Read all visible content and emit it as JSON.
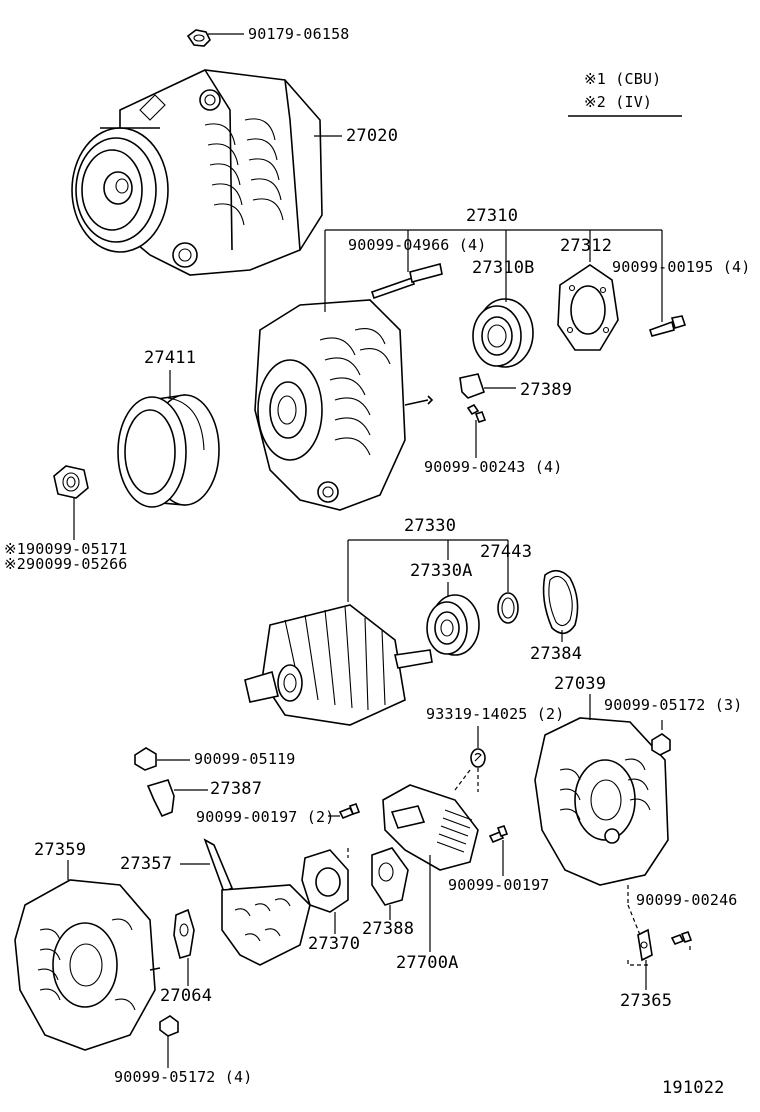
{
  "legend": {
    "line1": "※1 (CBU)",
    "line2": "※2 (IV)"
  },
  "diagram_number": "191022",
  "parts": {
    "p90179_06158": "90179-06158",
    "p27020": "27020",
    "p27310": "27310",
    "p90099_04966": "90099-04966 (4)",
    "p27310B": "27310B",
    "p27312": "27312",
    "p90099_00195": "90099-00195 (4)",
    "p27411": "27411",
    "p27389": "27389",
    "p90099_00243": "90099-00243 (4)",
    "p90099_05171": "※190099-05171",
    "p90099_05266": "※290099-05266",
    "p27330": "27330",
    "p27330A": "27330A",
    "p27443": "27443",
    "p27384": "27384",
    "p27039": "27039",
    "p93319_14025": "93319-14025 (2)",
    "p90099_05172_3": "90099-05172 (3)",
    "p90099_05119": "90099-05119",
    "p27387": "27387",
    "p90099_00197_2": "90099-00197 (2)",
    "p27359": "27359",
    "p27357": "27357",
    "p90099_00197": "90099-00197",
    "p90099_00246": "90099-00246",
    "p27388": "27388",
    "p27370": "27370",
    "p27064": "27064",
    "p27700A": "27700A",
    "p27365": "27365",
    "p90099_05172_4": "90099-05172 (4)"
  }
}
